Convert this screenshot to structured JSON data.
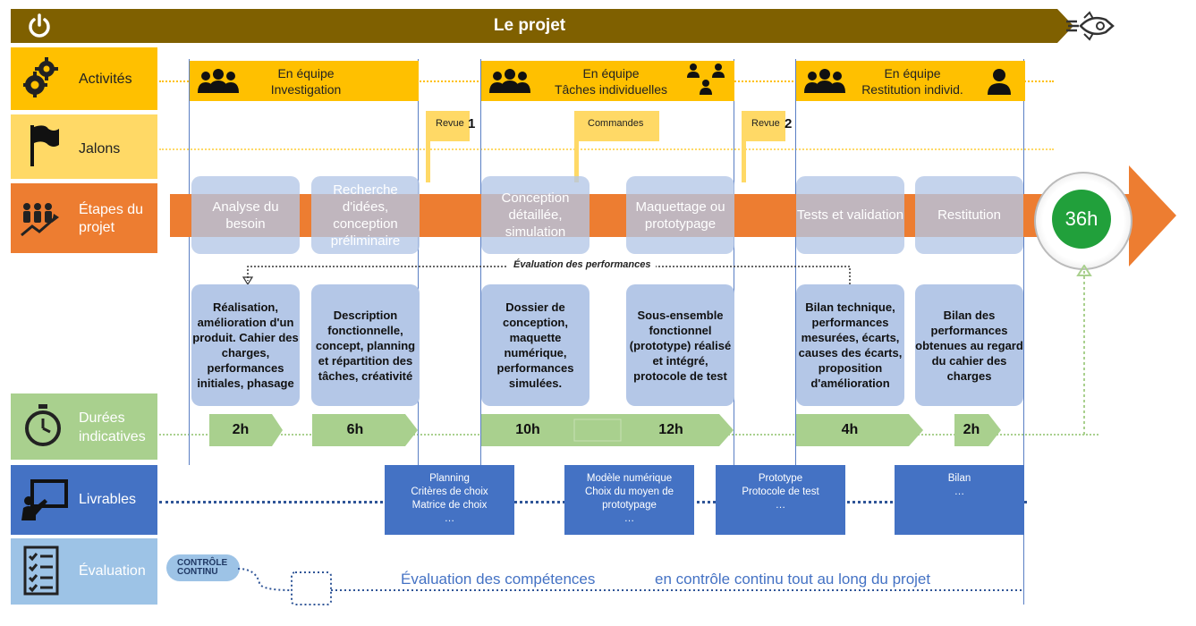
{
  "header": {
    "title": "Le projet"
  },
  "rows": {
    "activites": "Activités",
    "jalons": "Jalons",
    "etapes": "Étapes du projet",
    "durees": "Durées indicatives",
    "livrables": "Livrables",
    "evaluation": "Évaluation"
  },
  "activities": [
    {
      "label": "En équipe\nInvestigation"
    },
    {
      "label": "En équipe\nTâches individuelles"
    },
    {
      "label": "En équipe\nRestitution individ."
    }
  ],
  "milestones": [
    {
      "label": "Revue",
      "num": "1"
    },
    {
      "label": "Commandes"
    },
    {
      "label": "Revue",
      "num": "2"
    }
  ],
  "steps": [
    "Analyse du besoin",
    "Recherche d'idées, conception préliminaire",
    "Conception détaillée, simulation",
    "Maquettage ou prototypage",
    "Tests et validation",
    "Restitution"
  ],
  "total": "36h",
  "evaluation_perf": "Évaluation des performances",
  "deliverables_desc": [
    "Réalisation, amélioration d'un produit. Cahier des charges, performances initiales, phasage",
    "Description fonctionnelle, concept, planning et répartition des tâches, créativité",
    "Dossier de conception, maquette numérique, performances simulées.",
    "Sous-ensemble fonctionnel (prototype) réalisé et intégré, protocole de test",
    "Bilan technique, performances mesurées, écarts, causes des écarts, proposition d'amélioration",
    "Bilan des performances obtenues au regard du cahier des charges"
  ],
  "durations": [
    "2h",
    "6h",
    "10h",
    "12h",
    "4h",
    "2h"
  ],
  "livrables": [
    {
      "lines": [
        "Planning",
        "Critères de choix",
        "Matrice de choix",
        "…"
      ]
    },
    {
      "lines": [
        "Modèle numérique",
        "Choix du moyen de",
        "prototypage",
        "…"
      ]
    },
    {
      "lines": [
        "Prototype",
        "Protocole de test",
        "…"
      ]
    },
    {
      "lines": [
        "Bilan",
        "…"
      ]
    }
  ],
  "evaluation": {
    "badge": "CONTRÔLE\nCONTINU",
    "text1": "Évaluation des compétences",
    "text2": "en contrôle continu tout au long du projet"
  },
  "colors": {
    "header": "#7f6000",
    "activities": "#ffc000",
    "jalons": "#ffd966",
    "etapes": "#ed7d31",
    "durees": "#a9d08e",
    "livrables": "#4472c4",
    "evaluation": "#9dc3e6",
    "total_circle": "#21a03b"
  }
}
